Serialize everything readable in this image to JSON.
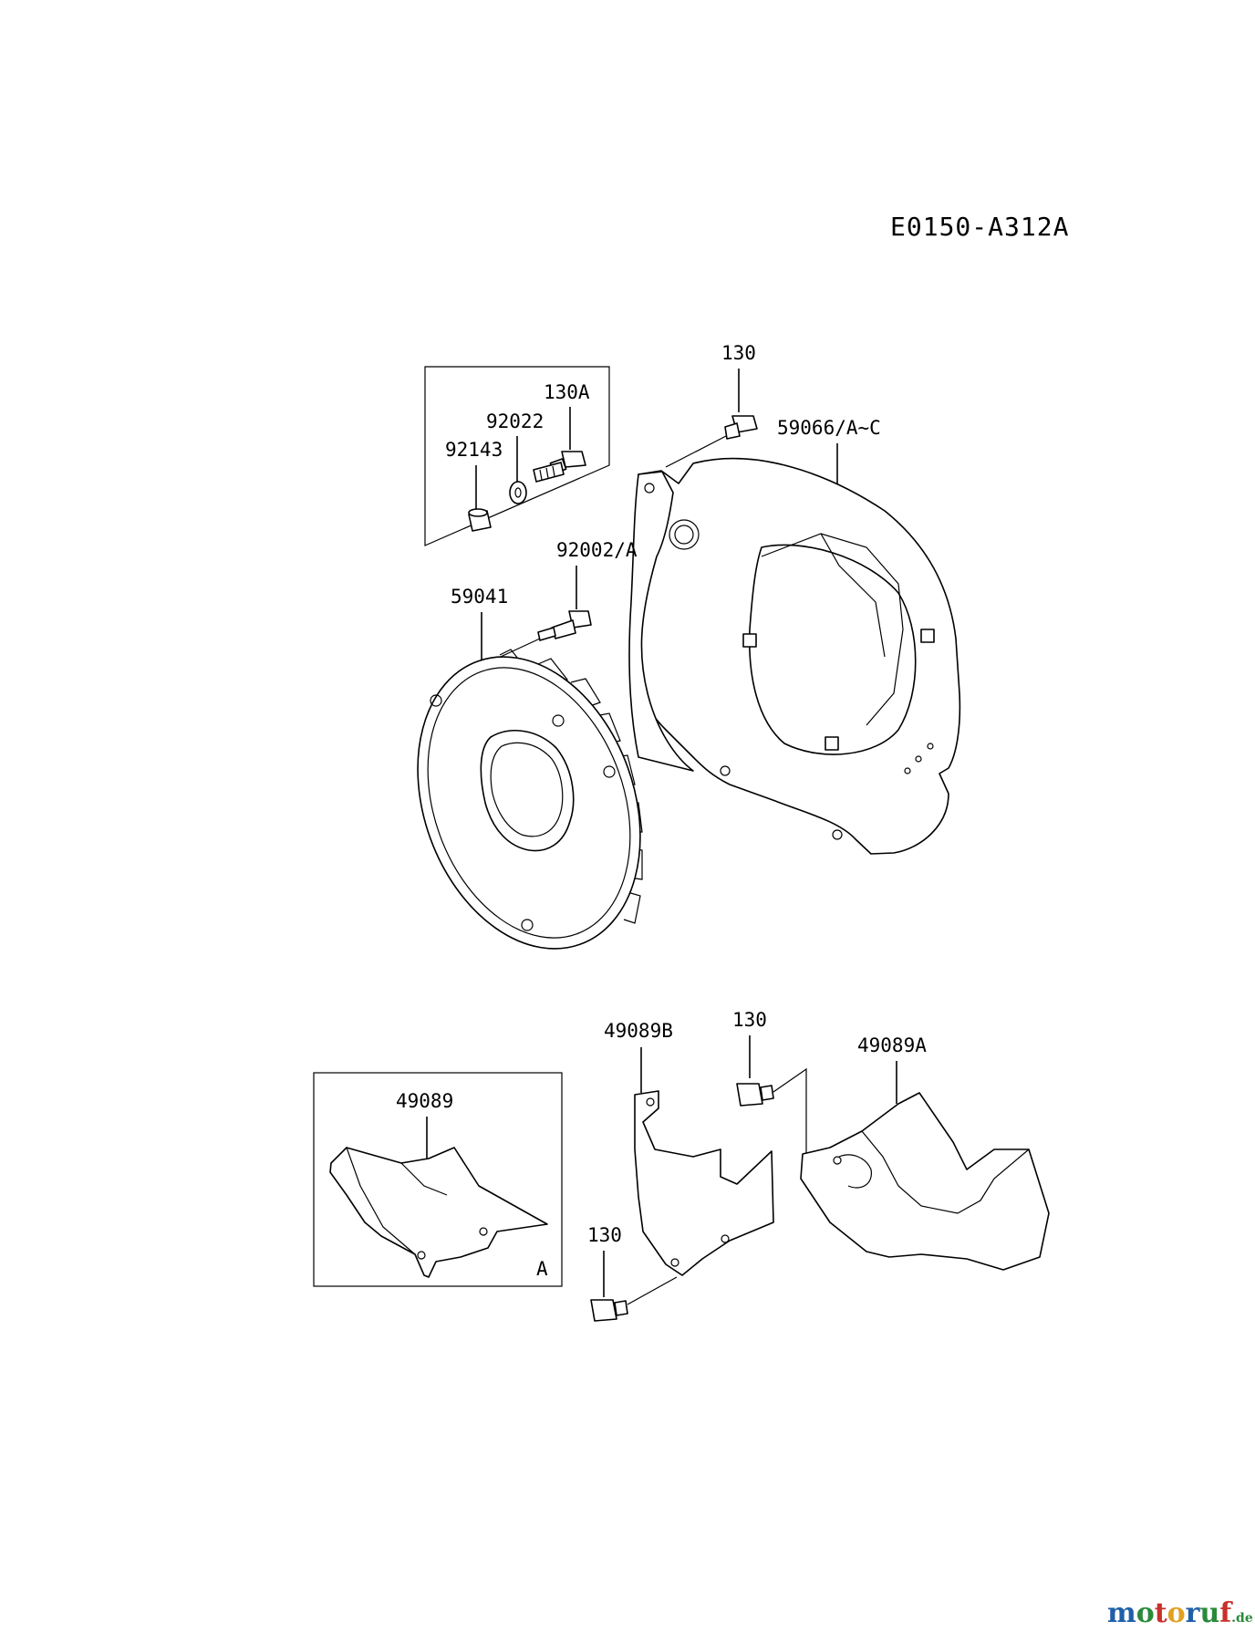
{
  "diagram_code": "E0150-A312A",
  "labels": {
    "bolt_top": "130",
    "housing": "59066/A~C",
    "bolt_130a": "130A",
    "washer": "92022",
    "collar": "92143",
    "bolt_92002": "92002/A",
    "fan": "59041",
    "bracket_b": "49089B",
    "bolt_mid": "130",
    "cover_a": "49089A",
    "plate": "49089",
    "inset_a": "A",
    "bolt_bottom": "130"
  },
  "watermark": {
    "text_main": "motoruf",
    "text_suffix": ".de",
    "colors": [
      "#1f5fa8",
      "#2a8a3a",
      "#c8302a",
      "#e0a020",
      "#1f5fa8",
      "#2a8a3a",
      "#c8302a"
    ]
  }
}
